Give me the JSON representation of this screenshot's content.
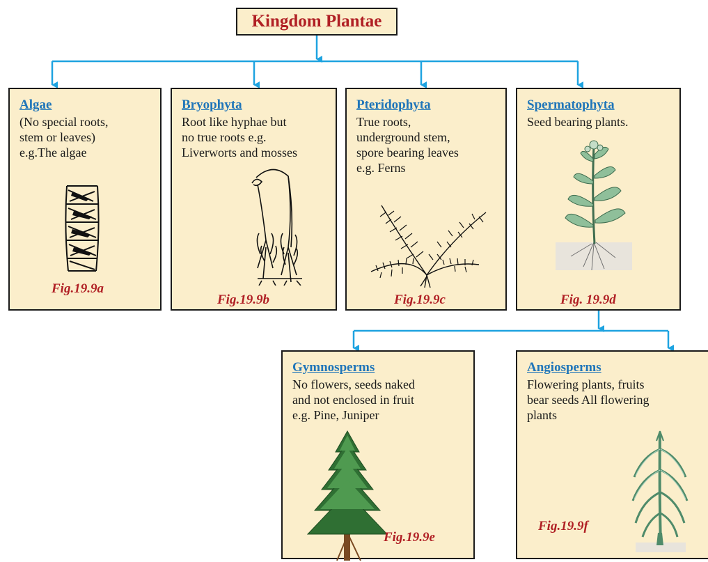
{
  "title": "Kingdom Plantae",
  "colors": {
    "box_fill": "#fbeecb",
    "title_text": "#b01f24",
    "heading_text": "#1f75b9",
    "figure_label": "#b01f24",
    "connector": "#1ea3e0"
  },
  "groups": [
    {
      "heading": "Algae",
      "description": "(No special roots,\nstem or leaves)\ne.g.The algae",
      "figure": "Fig.19.9a",
      "icon": "algae-filament-icon"
    },
    {
      "heading": "Bryophyta",
      "description": "Root like hyphae but\nno true roots e.g.\nLiverworts and mosses",
      "figure": "Fig.19.9b",
      "icon": "moss-icon"
    },
    {
      "heading": "Pteridophyta",
      "description": "True roots,\nunderground stem,\nspore bearing leaves\ne.g. Ferns",
      "figure": "Fig.19.9c",
      "icon": "fern-icon"
    },
    {
      "heading": "Spermatophyta",
      "description": "Seed bearing plants.",
      "figure": "Fig. 19.9d",
      "icon": "seed-plant-icon"
    }
  ],
  "subgroups": [
    {
      "heading": "Gymnosperms",
      "description": "No flowers, seeds naked\nand not enclosed in fruit\ne.g. Pine, Juniper",
      "figure": "Fig.19.9e",
      "icon": "pine-tree-icon"
    },
    {
      "heading": "Angiosperms",
      "description": "Flowering plants, fruits\nbear seeds All flowering\nplants",
      "figure": "Fig.19.9f",
      "icon": "maize-plant-icon"
    }
  ]
}
